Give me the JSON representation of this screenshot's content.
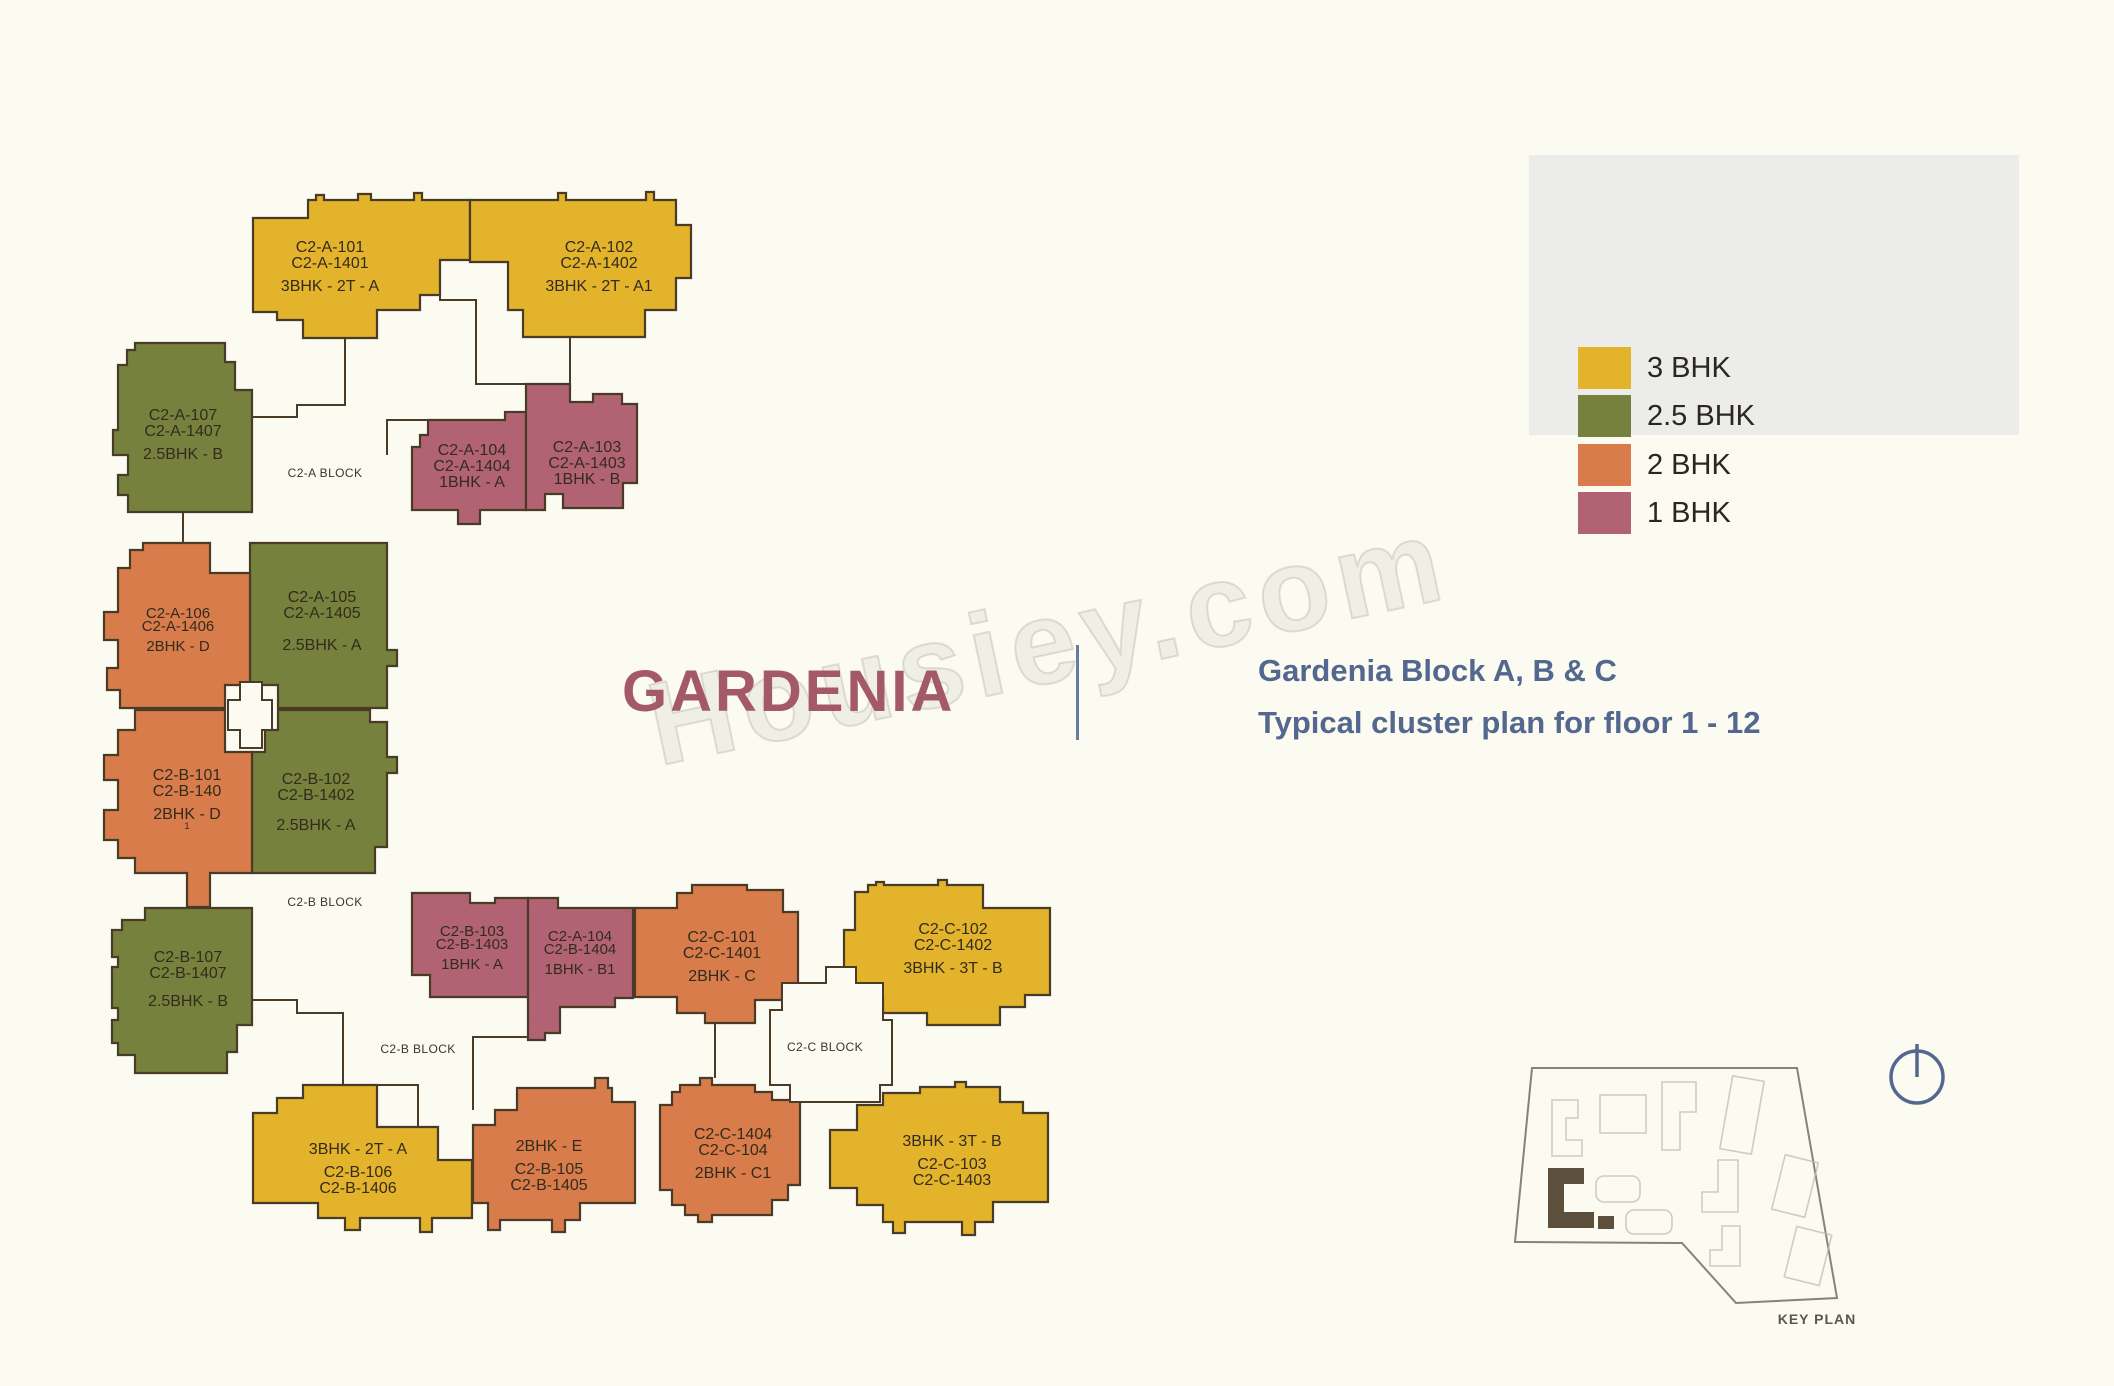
{
  "page": {
    "background": "#fbfbf2"
  },
  "title": {
    "text": "GARDENIA",
    "color": "#a4596b"
  },
  "subtitle": {
    "line1": "Gardenia Block A, B & C",
    "line2": "Typical cluster plan for floor 1 - 12",
    "color": "#54678e"
  },
  "watermark": "Housiey.com",
  "legend": {
    "background": "#ececea",
    "items": [
      {
        "label": "3 BHK",
        "color": "#e3b32b"
      },
      {
        "label": "2.5 BHK",
        "color": "#75813c"
      },
      {
        "label": "2 BHK",
        "color": "#d87c4b"
      },
      {
        "label": "1 BHK",
        "color": "#b16373"
      }
    ]
  },
  "block_labels": [
    {
      "text": "C2-A BLOCK"
    },
    {
      "text": "C2-B BLOCK"
    },
    {
      "text": "C2-B BLOCK"
    },
    {
      "text": "C2-C BLOCK"
    }
  ],
  "units": {
    "a101": {
      "line1": "C2-A-101",
      "line2": "C2-A-1401",
      "line3": "3BHK - 2T - A"
    },
    "a102": {
      "line1": "C2-A-102",
      "line2": "C2-A-1402",
      "line3": "3BHK - 2T - A1"
    },
    "a107": {
      "line1": "C2-A-107",
      "line2": "C2-A-1407",
      "line3": "2.5BHK - B"
    },
    "a104": {
      "line1": "C2-A-104",
      "line2": "C2-A-1404",
      "line3": "1BHK - A"
    },
    "a103": {
      "line1": "C2-A-103",
      "line2": "C2-A-1403",
      "line3": "1BHK - B"
    },
    "a106": {
      "line1": "C2-A-106",
      "line2": "C2-A-1406",
      "line3": "2BHK - D"
    },
    "a105": {
      "line1": "C2-A-105",
      "line2": "C2-A-1405",
      "line3": "2.5BHK - A"
    },
    "b101": {
      "line1": "C2-B-101",
      "line2": "C2-B-140",
      "line3": "2BHK - D",
      "sub": "1"
    },
    "b102": {
      "line1": "C2-B-102",
      "line2": "C2-B-1402",
      "line3": "2.5BHK - A"
    },
    "b107": {
      "line1": "C2-B-107",
      "line2": "C2-B-1407",
      "line3": "2.5BHK - B"
    },
    "b103": {
      "line1": "C2-B-103",
      "line2": "C2-B-1403",
      "line3": "1BHK - A"
    },
    "b104": {
      "line1": "C2-A-104",
      "line2": "C2-B-1404",
      "line3": "1BHK - B1"
    },
    "c101": {
      "line1": "C2-C-101",
      "line2": "C2-C-1401",
      "line3": "2BHK - C"
    },
    "c102": {
      "line1": "C2-C-102",
      "line2": "C2-C-1402",
      "line3": "3BHK - 3T - B"
    },
    "b106": {
      "line1": "3BHK - 2T - A",
      "line2": "C2-B-106",
      "line3": "C2-B-1406"
    },
    "b105": {
      "line1": "2BHK - E",
      "line2": "C2-B-105",
      "line3": "C2-B-1405"
    },
    "c104": {
      "line1": "C2-C-1404",
      "line2": "C2-C-104",
      "line3": "2BHK - C1"
    },
    "c103": {
      "line1": "3BHK - 3T - B",
      "line2": "C2-C-103",
      "line3": "C2-C-1403"
    }
  },
  "key_plan": {
    "label": "KEY PLAN"
  }
}
